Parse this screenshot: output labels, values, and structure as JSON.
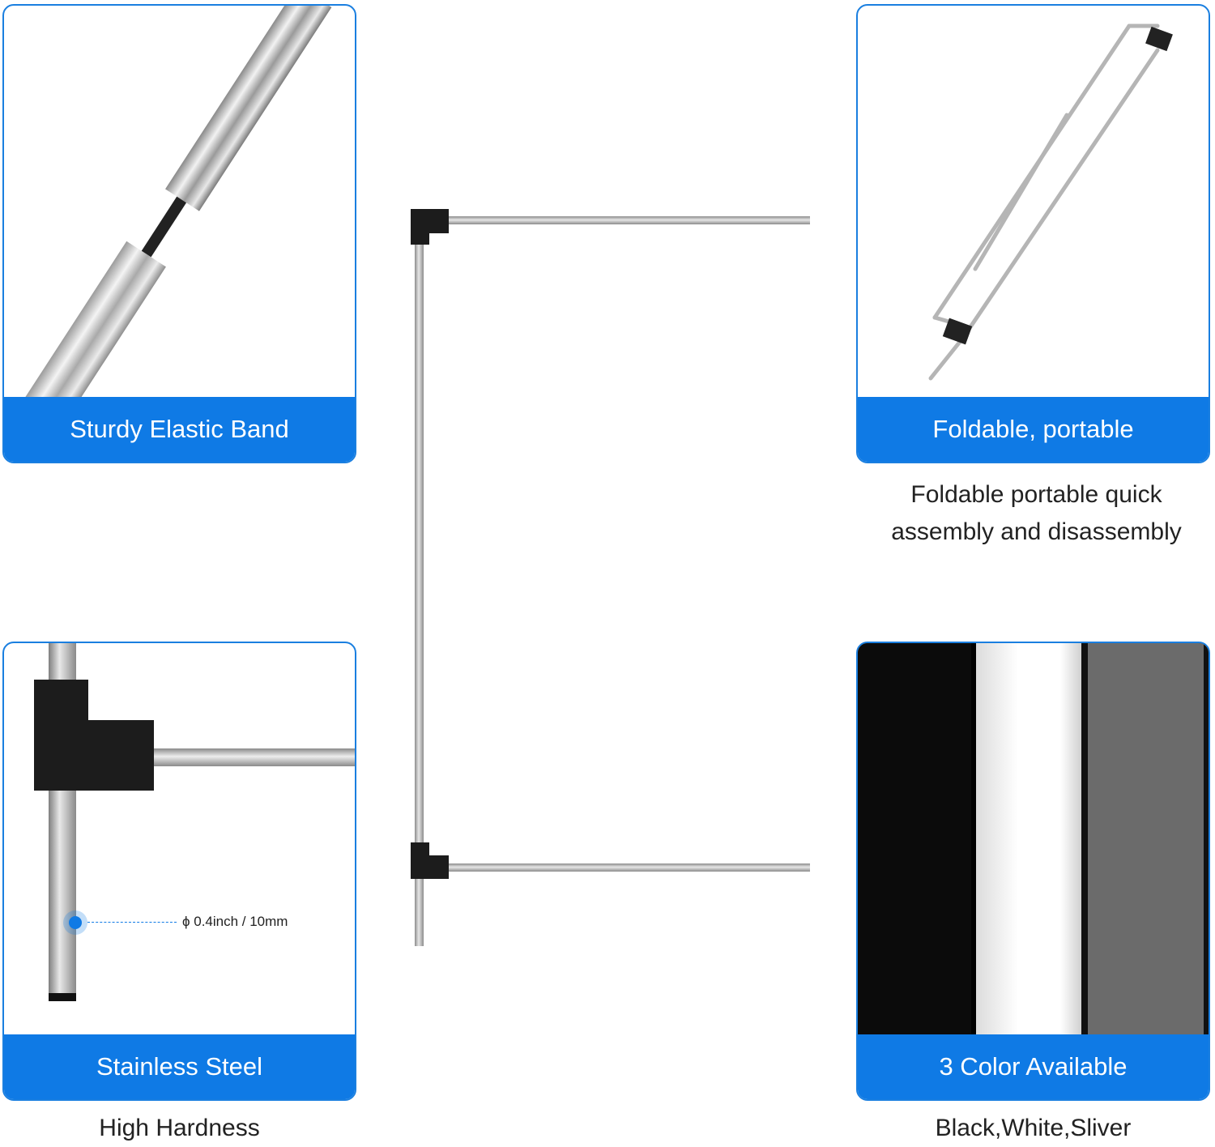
{
  "cards": {
    "elastic": {
      "label": "Sturdy Elastic Band"
    },
    "foldable": {
      "label": "Foldable, portable",
      "caption_line1": "Foldable portable quick",
      "caption_line2": "assembly and disassembly"
    },
    "steel": {
      "label": "Stainless Steel",
      "caption": "High Hardness",
      "dimension": "ϕ 0.4inch / 10mm"
    },
    "colors": {
      "label": "3 Color Available",
      "caption": "Black,White,Sliver",
      "swatches": [
        "#0b0b0b",
        "#ffffff",
        "#6b6b6b"
      ]
    }
  },
  "colors": {
    "accent": "#0f7ae5",
    "border": "#1a7fe0"
  }
}
